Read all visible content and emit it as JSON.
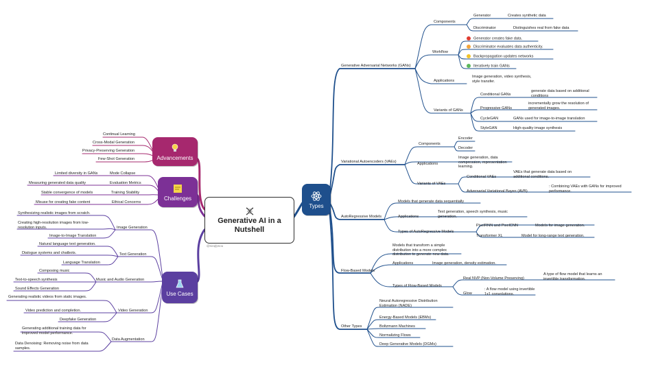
{
  "center": {
    "title_line1": "Generative AI in a",
    "title_line2": "Nutshell",
    "handle": "@sirajfpsou"
  },
  "colors": {
    "types": "#1e4f8c",
    "advancements": "#a6286e",
    "challenges": "#7c3096",
    "use_cases": "#5b3fa0",
    "center_icon": "#444444"
  },
  "types": {
    "label": "Types",
    "gans": {
      "label": "Generative Adversarial Networks (GANs)",
      "components": {
        "label": "Components",
        "generator": {
          "label": "Generator",
          "desc": "Creates synthetic data"
        },
        "discriminator": {
          "label": "Discriminator",
          "desc": "Distinguishes real from fake data"
        }
      },
      "workflow": {
        "label": "Workflow",
        "steps": [
          "Generator creates fake data.",
          "Discriminator evaluates data authenticity.",
          "Backpropagation updates networks",
          "Iteratively train GANs"
        ],
        "step_colors": [
          "#e03c31",
          "#f2a33a",
          "#f2c32a",
          "#5cb85c"
        ]
      },
      "applications": {
        "label": "Applications",
        "desc": "Image generation, video synthesis, style transfer."
      },
      "variants": {
        "label": "Variants of GANs",
        "conditional": {
          "label": "Conditional GANs",
          "desc": "generate data based on additional conditions"
        },
        "progressive": {
          "label": "Progressive GANs",
          "desc": "incrementally grow the resolution of generated images."
        },
        "cyclegan": {
          "label": "CycleGAN",
          "desc": "GANs used for image-to-image translation"
        },
        "stylegan": {
          "label": "StyleGAN",
          "desc": "High-quality image synthesis"
        }
      }
    },
    "vaes": {
      "label": "Variational Autoencoders (VAEs)",
      "components": {
        "label": "Components",
        "encoder": "Encoder",
        "decoder": "Decoder"
      },
      "applications": {
        "label": "Applications",
        "desc": "Image generation, data compression, representation learning."
      },
      "variants": {
        "label": "Variants of VAEs",
        "conditional": {
          "label": "Conditional VAEs",
          "desc": "VAEs that generate data based on additional conditions."
        },
        "avb": {
          "label": "Adversarial Variational Bayes (AVB)",
          "desc": ": Combining VAEs with GANs for improved performance."
        }
      }
    },
    "autoregressive": {
      "label": "AutoRegressive Models",
      "desc": "Models that generate data sequentially",
      "applications": {
        "label": "Applications",
        "desc": "Text generation, speech synthesis, music generation."
      },
      "types": {
        "label": "Types of AutoRegressive Models",
        "pixel": {
          "label": "PixelRNN and PixelCNN",
          "desc": "Models for image generation."
        },
        "transformer": {
          "label": "Transformer XL",
          "desc": "Model for long-range text generation."
        }
      }
    },
    "flow": {
      "label": "Flow-Based Models",
      "desc": "Models that transform a simple distribution into a more complex distribution to generate new data.",
      "applications": {
        "label": "Applications",
        "desc": "Image generation, density estimation."
      },
      "types": {
        "label": "Types of Flow-Based Models",
        "realnvp": {
          "label": "Real NVP (Non-Volume Preserving)",
          "desc": "A type of flow model that learns an invertible transformation."
        },
        "glow": {
          "label": "Glow",
          "desc": ": A flow model using invertible 1x1 convolutions."
        }
      }
    },
    "other": {
      "label": "Other Types",
      "items": [
        "Neural Autoregressive Distribution Estimation (NADE)",
        "Energy-Based Models (EBMs)",
        "Boltzmann Machines",
        "Normalizing Flows",
        "Deep Generative Models (DGMs)"
      ]
    }
  },
  "advancements": {
    "label": "Advancements",
    "items": [
      "Continual Learning",
      "Cross-Modal Generation",
      "Privacy-Preserving Generation",
      "Few-Shot Generation"
    ]
  },
  "challenges": {
    "label": "Challenges",
    "items": [
      {
        "label": "Mode Collapse",
        "desc": "Limited diversity in GANs"
      },
      {
        "label": "Evaluation Metrics",
        "desc": "Measuring generated data quality"
      },
      {
        "label": "Training Stability",
        "desc": "Stable convergence of models"
      },
      {
        "label": "Ethical Concerns",
        "desc": "Misuse for creating fake content"
      }
    ]
  },
  "use_cases": {
    "label": "Use Cases",
    "image": {
      "label": "Image Generation",
      "items": [
        "Synthesizing realistic images from scratch.",
        "Creating high-resolution images from low-resolution inputs.",
        "Image-to-Image Translation"
      ]
    },
    "text": {
      "label": "Text Generation",
      "items": [
        "Natural language text generation.",
        "Dialogue systems and chatbots.",
        "Language Translation"
      ]
    },
    "music": {
      "label": "Music and Audio Generation",
      "items": [
        "Composing music",
        "Text-to-speech synthesis",
        "Sound Effects Generation"
      ]
    },
    "video": {
      "label": "Video Generation",
      "items": [
        "Generating realistic videos from static images.",
        "Video prediction and completion.",
        "Deepfake Generation"
      ]
    },
    "augmentation": {
      "label": "Data Augmentation",
      "items": [
        "Generating additional training data for improved model performance.",
        "Data Denoising: Removing noise from data samples."
      ]
    }
  }
}
